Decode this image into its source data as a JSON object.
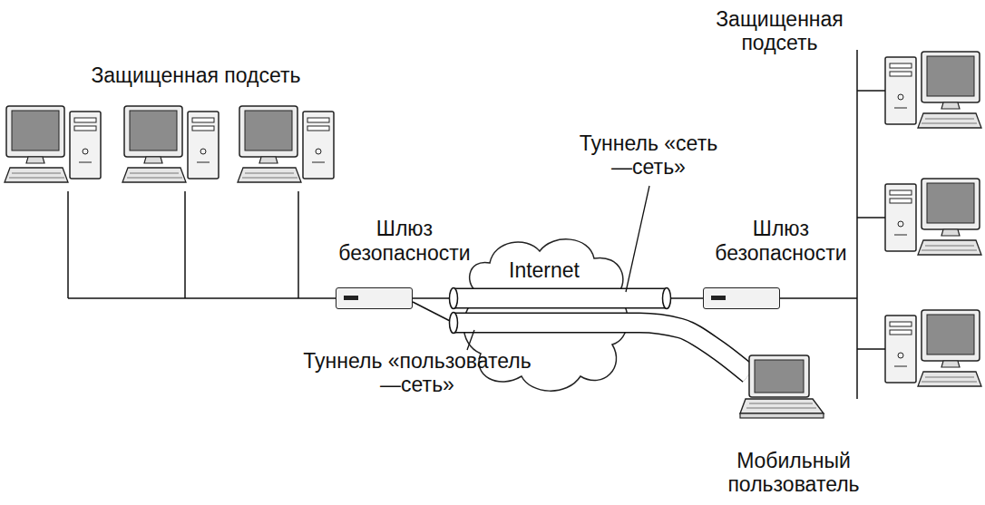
{
  "diagram": {
    "nodes": [
      {
        "text": [
          "Шлюз безопасности"
        ]
      },
      {
        "text": [
          "Internet"
        ]
      },
      {
        "text": [
          "Шлюз безопасности"
        ]
      },
      {
        "text": [
          "Мобильный пользователь"
        ]
      }
    ],
    "edges": [
      {
        "from": 0,
        "to": 2,
        "arrow": "none",
        "label": "Туннель «сеть—сеть»"
      },
      {
        "from": 0,
        "to": 3,
        "arrow": "none",
        "label": "Туннель «пользователь—сеть»"
      }
    ],
    "labels": [
      "Защищенная подсеть",
      "Защищенная подсеть"
    ]
  }
}
